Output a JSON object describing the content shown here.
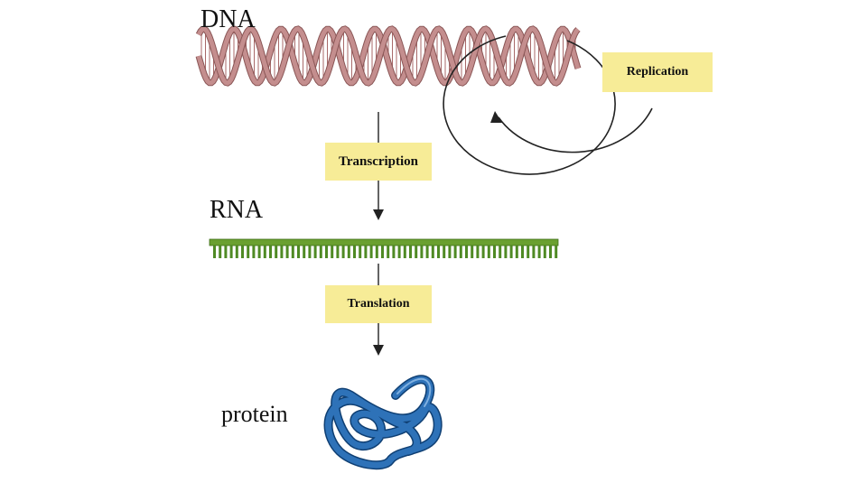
{
  "labels": {
    "dna": "DNA",
    "rna": "RNA",
    "protein": "protein"
  },
  "processes": {
    "replication": "Replication",
    "transcription": "Transcription",
    "translation": "Translation"
  },
  "colors": {
    "dna_strand": "#c48e8e",
    "dna_rung": "#a86a6a",
    "rna_backbone": "#6aa030",
    "rna_base": "#4f8a24",
    "protein": "#2e72b8",
    "label_box": "#f7ec97",
    "arrow": "#222222"
  }
}
